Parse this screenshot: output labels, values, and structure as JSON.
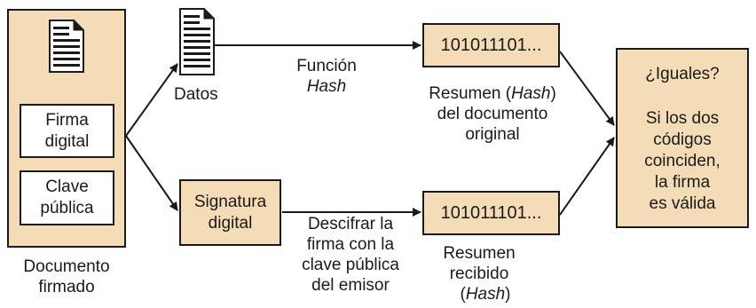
{
  "signed_document": {
    "signature_line1": "Firma",
    "signature_line2": "digital",
    "key_line1": "Clave",
    "key_line2": "pública",
    "caption_line1": "Documento",
    "caption_line2": "firmado"
  },
  "data_label": "Datos",
  "hash_function_line1": "Función",
  "hash_function_line2": "Hash",
  "top_code": "101011101...",
  "bottom_code": "101011101...",
  "top_summary": {
    "line1_prefix": "Resumen (",
    "line1_italic": "Hash",
    "line1_suffix": ")",
    "line2": "del documento",
    "line3": "original"
  },
  "digital_signature_line1": "Signatura",
  "digital_signature_line2": "digital",
  "decrypt": {
    "line1": "Descifrar la",
    "line2": "firma con la",
    "line3": "clave pública",
    "line4": "del emisor"
  },
  "received_summary": {
    "line1": "Resumen",
    "line2": "recibido",
    "line3_prefix": "(",
    "line3_italic": "Hash",
    "line3_suffix": ")"
  },
  "result": {
    "title": "¿Iguales?",
    "line1": "Si los dos",
    "line2": "códigos",
    "line3": "coinciden,",
    "line4": "la firma",
    "line5": "es válida"
  }
}
